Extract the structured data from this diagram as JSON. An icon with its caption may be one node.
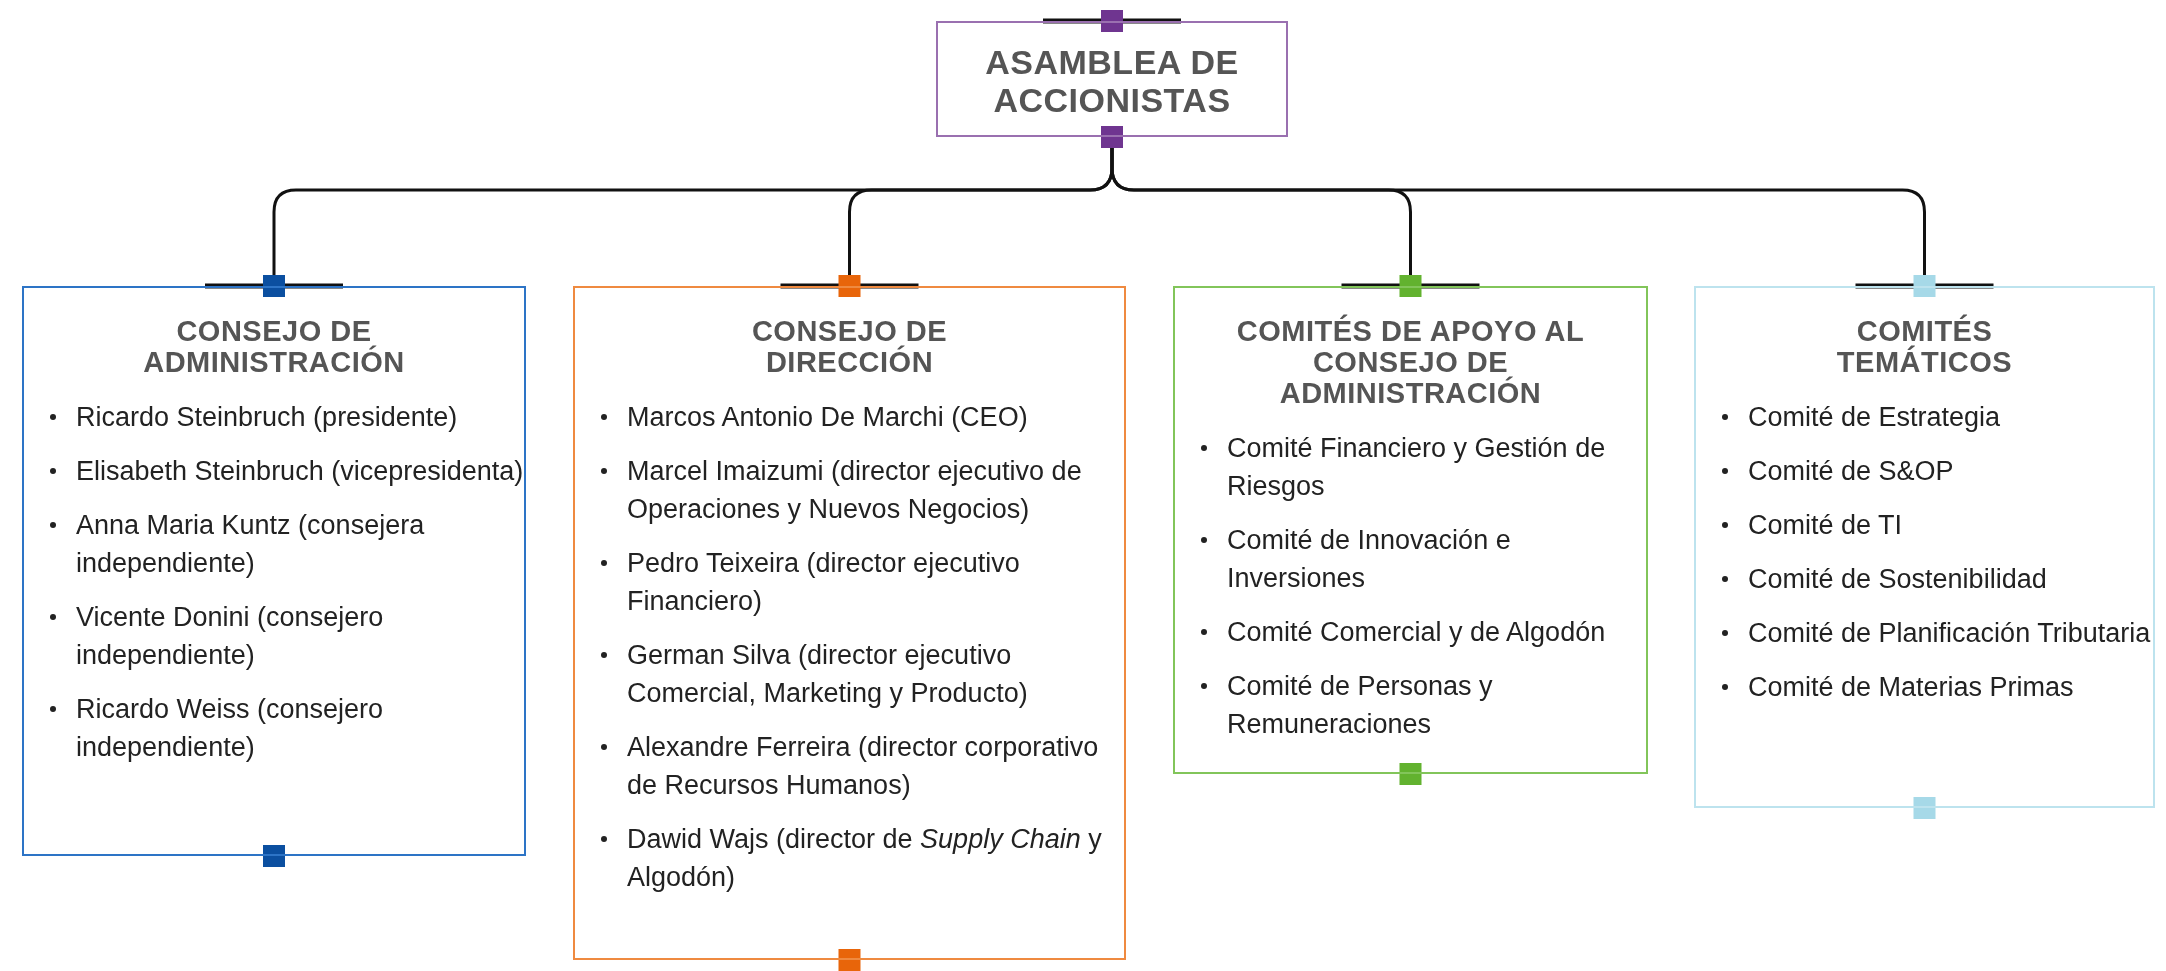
{
  "diagram": {
    "nodes": [
      {
        "text": [
          "ASAMBLEA DE ACCIONISTAS"
        ]
      },
      {
        "text": [
          "CONSEJO DE ADMINISTRACIÓN",
          "Ricardo Steinbruch (presidente)",
          "Elisabeth Steinbruch (vicepresidenta)",
          "Anna Maria Kuntz (consejera independiente)",
          "Vicente Donini (consejero independiente)",
          "Ricardo Weiss (consejero independiente)"
        ]
      },
      {
        "text": [
          "CONSEJO DE DIRECCIÓN",
          "Marcos Antonio De Marchi (CEO)",
          "Marcel Imaizumi (director ejecutivo de Operaciones y Nuevos Negocios)",
          "Pedro Teixeira (director ejecutivo Financiero)",
          "German Silva (director ejecutivo Comercial, Marketing y Producto)",
          "Alexandre Ferreira (director corporativo de Recursos Humanos)",
          "Dawid Wajs (director de *Supply Chain* y Algodón)"
        ]
      },
      {
        "text": [
          "COMITÉS DE APOYO AL CONSEJO DE ADMINISTRACIÓN",
          "Comité Financiero y Gestión de Riesgos",
          "Comité de Innovación e Inversiones",
          "Comité Comercial y de Algodón",
          "Comité de Personas y Remuneraciones"
        ]
      },
      {
        "text": [
          "COMITÉS TEMÁTICOS",
          "Comité de Estrategia",
          "Comité de S&OP",
          "Comité de TI",
          "Comité de Sostenibilidad",
          "Comité de Planificación Tributaria",
          "Comité de Materias Primas"
        ]
      }
    ],
    "edges": [
      {
        "from": 0,
        "to": 1,
        "arrow": "none"
      },
      {
        "from": 0,
        "to": 2,
        "arrow": "none"
      },
      {
        "from": 0,
        "to": 3,
        "arrow": "none"
      },
      {
        "from": 0,
        "to": 4,
        "arrow": "none"
      }
    ]
  }
}
